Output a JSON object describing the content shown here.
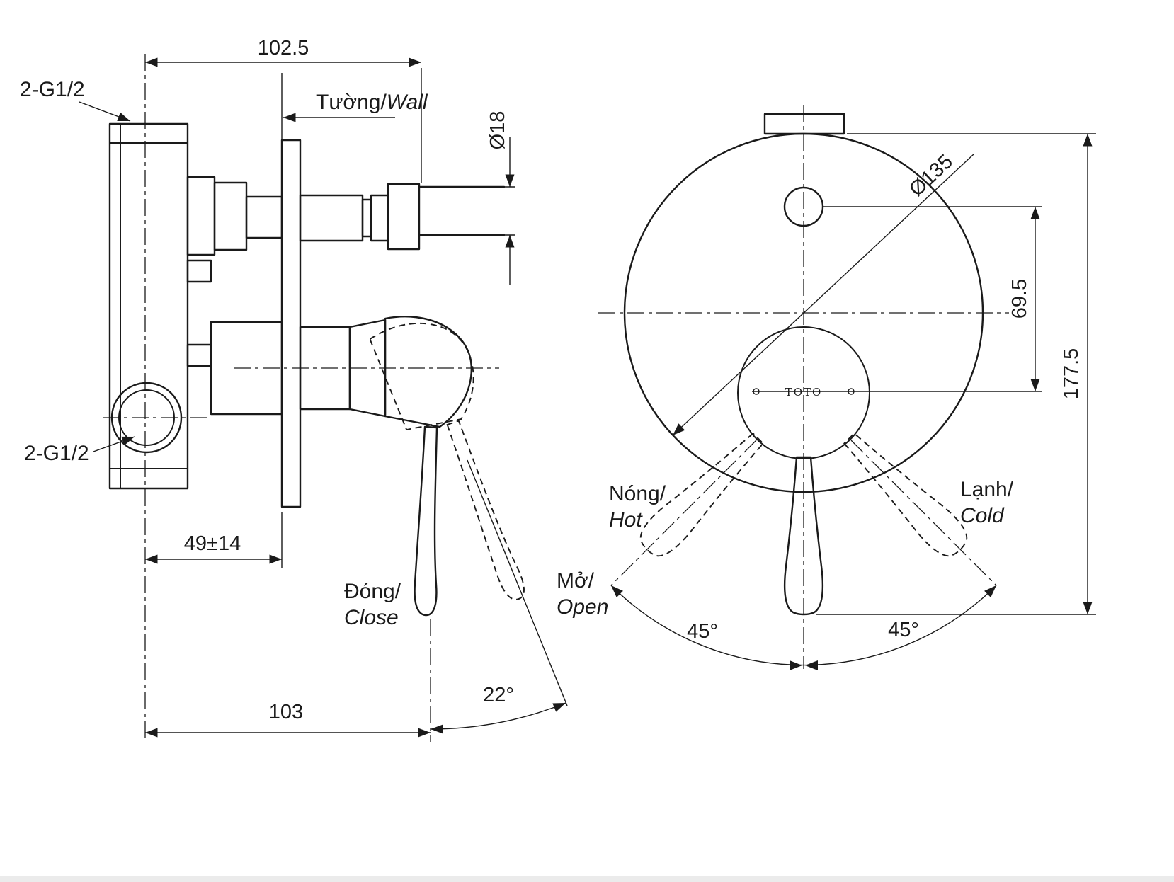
{
  "colors": {
    "ink": "#1a1a1a",
    "background": "#ffffff",
    "page_edge": "#ebebeb"
  },
  "side_view": {
    "dim_width_top": "102.5",
    "dim_pipe_diameter": "Ø18",
    "dim_wall_offset": "49±14",
    "dim_handle_distance": "103",
    "dim_handle_angle": "22°",
    "port_label_top": "2-G1/2",
    "port_label_bottom": "2-G1/2",
    "wall_label_vi": "Tường/",
    "wall_label_en": "Wall",
    "close_label_vi": "Đóng/",
    "close_label_en": "Close"
  },
  "front_view": {
    "dim_plate_diameter": "Ø135",
    "dim_button_offset": "69.5",
    "dim_total_height": "177.5",
    "angle_left": "45°",
    "angle_right": "45°",
    "hot_label_vi": "Nóng/",
    "hot_label_en": "Hot",
    "cold_label_vi": "Lạnh/",
    "cold_label_en": "Cold",
    "open_label_vi": "Mở/",
    "open_label_en": "Open",
    "brand": "TOTO"
  }
}
